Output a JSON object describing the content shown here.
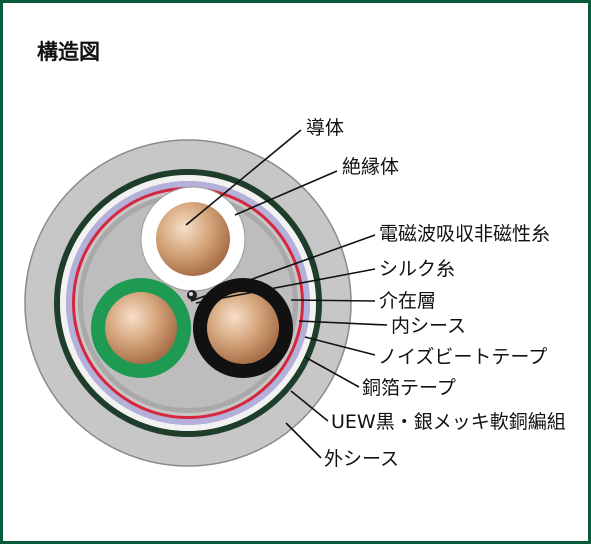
{
  "title": "構造図",
  "labels": {
    "conductor": "導体",
    "insulation": "絶縁体",
    "emi_thread": "電磁波吸収非磁性糸",
    "silk_thread": "シルク糸",
    "filler": "介在層",
    "inner_sheath": "内シース",
    "noise_beat_tape": "ノイズビートテープ",
    "copper_foil_tape": "銅箔テープ",
    "braid": "UEW黒・銀メッキ軟銅編組",
    "outer_sheath": "外シース"
  },
  "colors": {
    "frame": "#0a5c3a",
    "outer_sheath": "#c7c7c7",
    "braid": "#1e3d2b",
    "copper_foil": "#f2f2f2",
    "lavender": "#b3b0d9",
    "red_stripe": "#d62640",
    "inner_sheath": "#a9a9a9",
    "filler": "#bdbdbd",
    "conductor": "#c89a72",
    "insulation_white": "#ffffff",
    "insulation_green": "#1f9a52",
    "insulation_black": "#111111"
  }
}
